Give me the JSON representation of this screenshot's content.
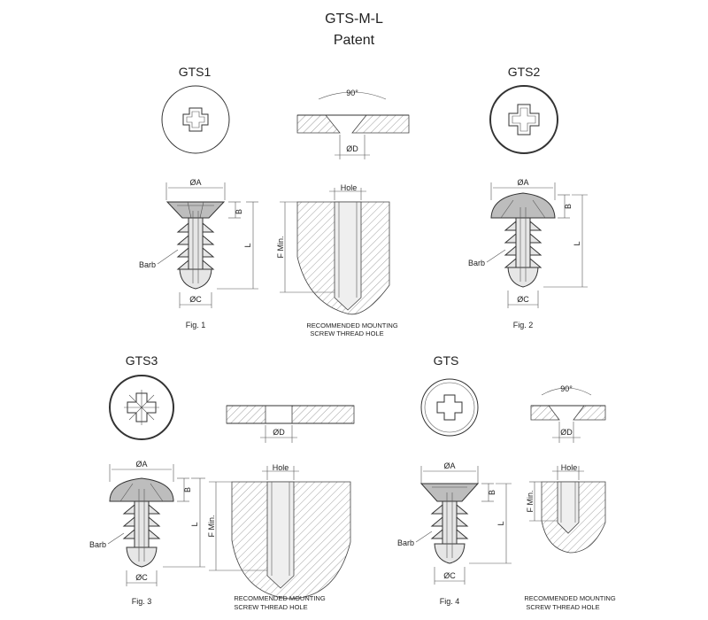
{
  "title": "GTS-M-L",
  "subtitle": "Patent",
  "variants": [
    {
      "id": "gts1",
      "heading": "GTS1",
      "fig": "Fig. 1"
    },
    {
      "id": "gts2",
      "heading": "GTS2",
      "fig": "Fig. 2"
    },
    {
      "id": "gts3",
      "heading": "GTS3",
      "fig": "Fig. 3"
    },
    {
      "id": "gts",
      "heading": "GTS",
      "fig": "Fig. 4"
    }
  ],
  "labels": {
    "dia_a": "ØA",
    "dia_c": "ØC",
    "dia_d": "ØD",
    "b": "B",
    "l": "L",
    "barb": "Barb",
    "hole": "Hole",
    "f_min": "F Min.",
    "angle": "90°"
  },
  "notes": {
    "recommended_line1": "RECOMMENDED MOUNTING",
    "recommended_line2": "SCREW THREAD HOLE"
  }
}
